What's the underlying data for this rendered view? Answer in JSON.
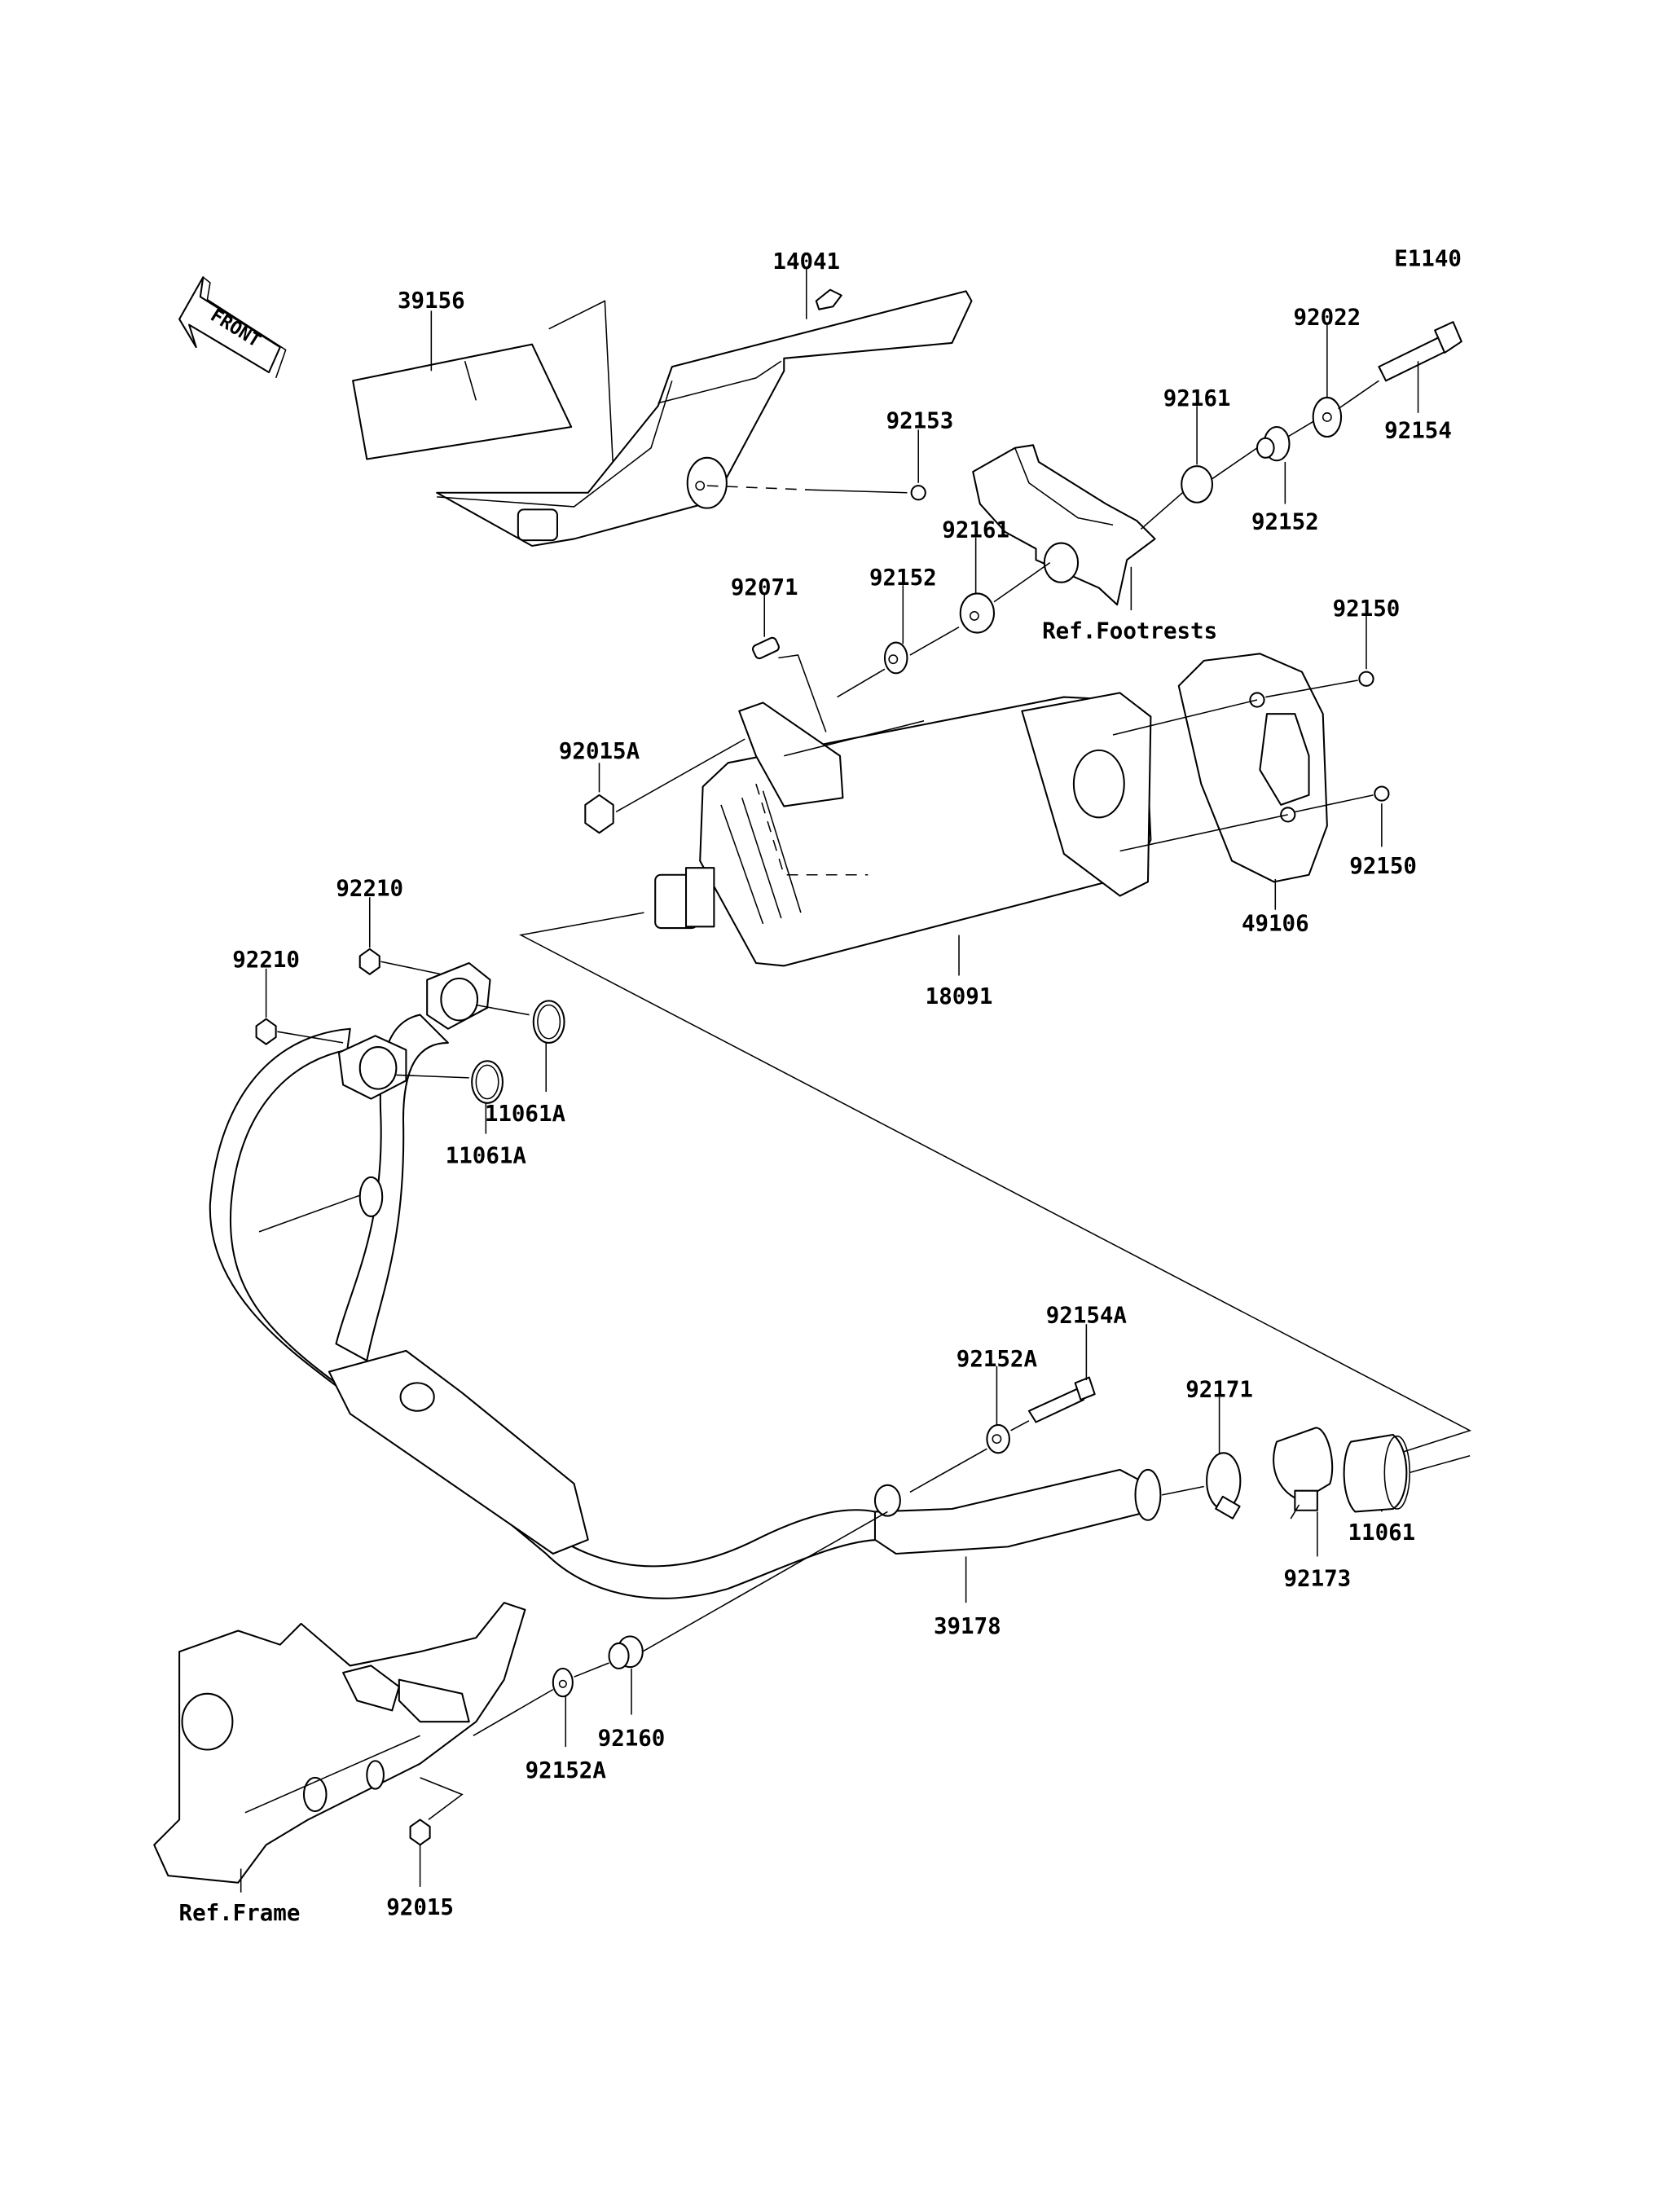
{
  "diagram": {
    "code": "E1140",
    "front_arrow_label": "FRONT",
    "labels": {
      "p14041": "14041",
      "p39156": "39156",
      "p92022": "92022",
      "p92154": "92154",
      "p92161_top": "92161",
      "p92153": "92153",
      "p92152_right": "92152",
      "p92161_mid": "92161",
      "p92152_mid": "92152",
      "p92071": "92071",
      "ref_footrests": "Ref.Footrests",
      "p92150_top": "92150",
      "p92015A": "92015A",
      "p92150_bottom": "92150",
      "p49106": "49106",
      "p18091": "18091",
      "p92210_top": "92210",
      "p92210_left": "92210",
      "p11061A_right": "11061A",
      "p11061A_left": "11061A",
      "p92154A": "92154A",
      "p92152A_top": "92152A",
      "p92171": "92171",
      "p11061": "11061",
      "p92173": "92173",
      "p39178": "39178",
      "p92160": "92160",
      "p92152A_bottom": "92152A",
      "ref_frame": "Ref.Frame",
      "p92015": "92015"
    }
  }
}
